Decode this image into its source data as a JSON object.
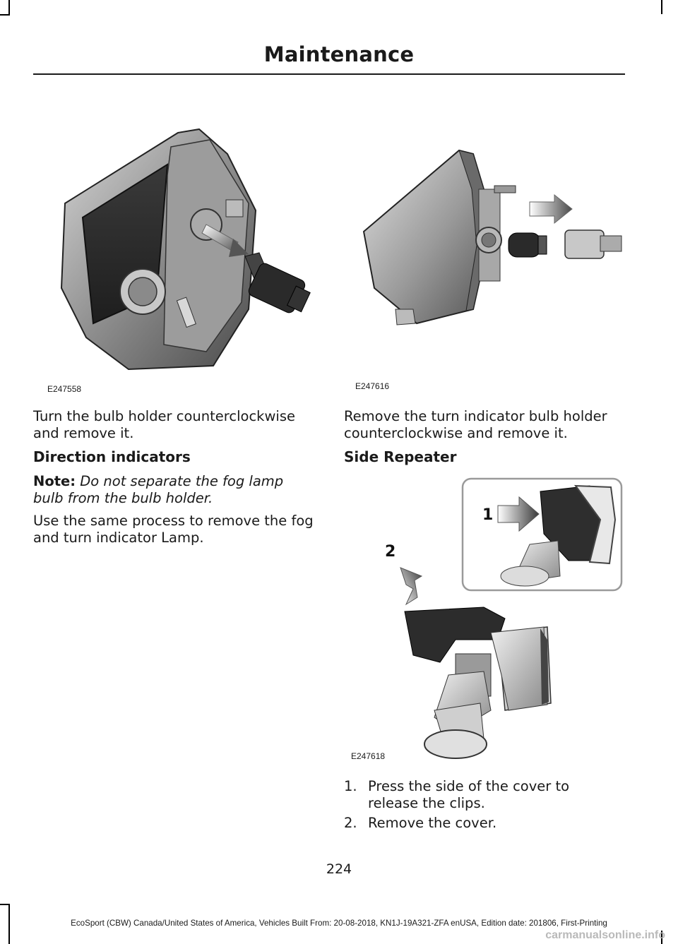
{
  "header": {
    "title": "Maintenance"
  },
  "figures": {
    "fig1_code": "E247558",
    "fig2_code": "E247616",
    "fig3_code": "E247618",
    "fig3_callout_1": "1",
    "fig3_callout_2": "2"
  },
  "left_column": {
    "para1": "Turn the bulb holder counterclockwise and remove it.",
    "heading": "Direction indicators",
    "note_label": "Note:",
    "note_text": "Do not separate the fog lamp bulb from the bulb holder.",
    "para2": "Use the same process to remove the fog and turn indicator Lamp."
  },
  "right_column": {
    "para1": "Remove the turn indicator bulb holder counterclockwise and remove it.",
    "heading": "Side Repeater",
    "steps": [
      {
        "num": "1.",
        "text": "Press the side of the cover to release the clips."
      },
      {
        "num": "2.",
        "text": "Remove the cover."
      }
    ]
  },
  "page_number": "224",
  "footer": "EcoSport (CBW) Canada/United States of America, Vehicles Built From: 20-08-2018, KN1J-19A321-ZFA enUSA, Edition date: 201806, First-Printing",
  "watermark": "carmanualsonline.info"
}
